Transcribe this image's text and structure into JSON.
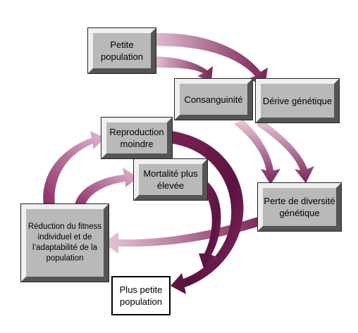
{
  "diagram": {
    "nodes": {
      "petite_population": "Petite population",
      "consanguinite": "Consanguinité",
      "derive_genetique": "Dérive génétique",
      "reproduction_moindre": "Reproduction moindre",
      "mortalite_plus_elevee": "Mortalité plus élevée",
      "perte_diversite": "Perte de diversité génétique",
      "reduction_fitness": "Réduction du fitness individuel et de l’adaptabilité de la population",
      "plus_petite_population": "Plus petite population"
    },
    "edges": [
      {
        "from": "petite_population",
        "to": "consanguinite"
      },
      {
        "from": "petite_population",
        "to": "derive_genetique"
      },
      {
        "from": "consanguinite",
        "to": "perte_diversite"
      },
      {
        "from": "derive_genetique",
        "to": "perte_diversite"
      },
      {
        "from": "perte_diversite",
        "to": "reduction_fitness"
      },
      {
        "from": "reduction_fitness",
        "to": "reproduction_moindre"
      },
      {
        "from": "reduction_fitness",
        "to": "mortalite_plus_elevee"
      },
      {
        "from": "reproduction_moindre",
        "to": "plus_petite_population"
      },
      {
        "from": "mortalite_plus_elevee",
        "to": "plus_petite_population"
      }
    ],
    "colors": {
      "arrow_dark": "#6e1a4c",
      "arrow_light": "#e3b9d2",
      "box_fill": "#b9b9b9"
    }
  }
}
